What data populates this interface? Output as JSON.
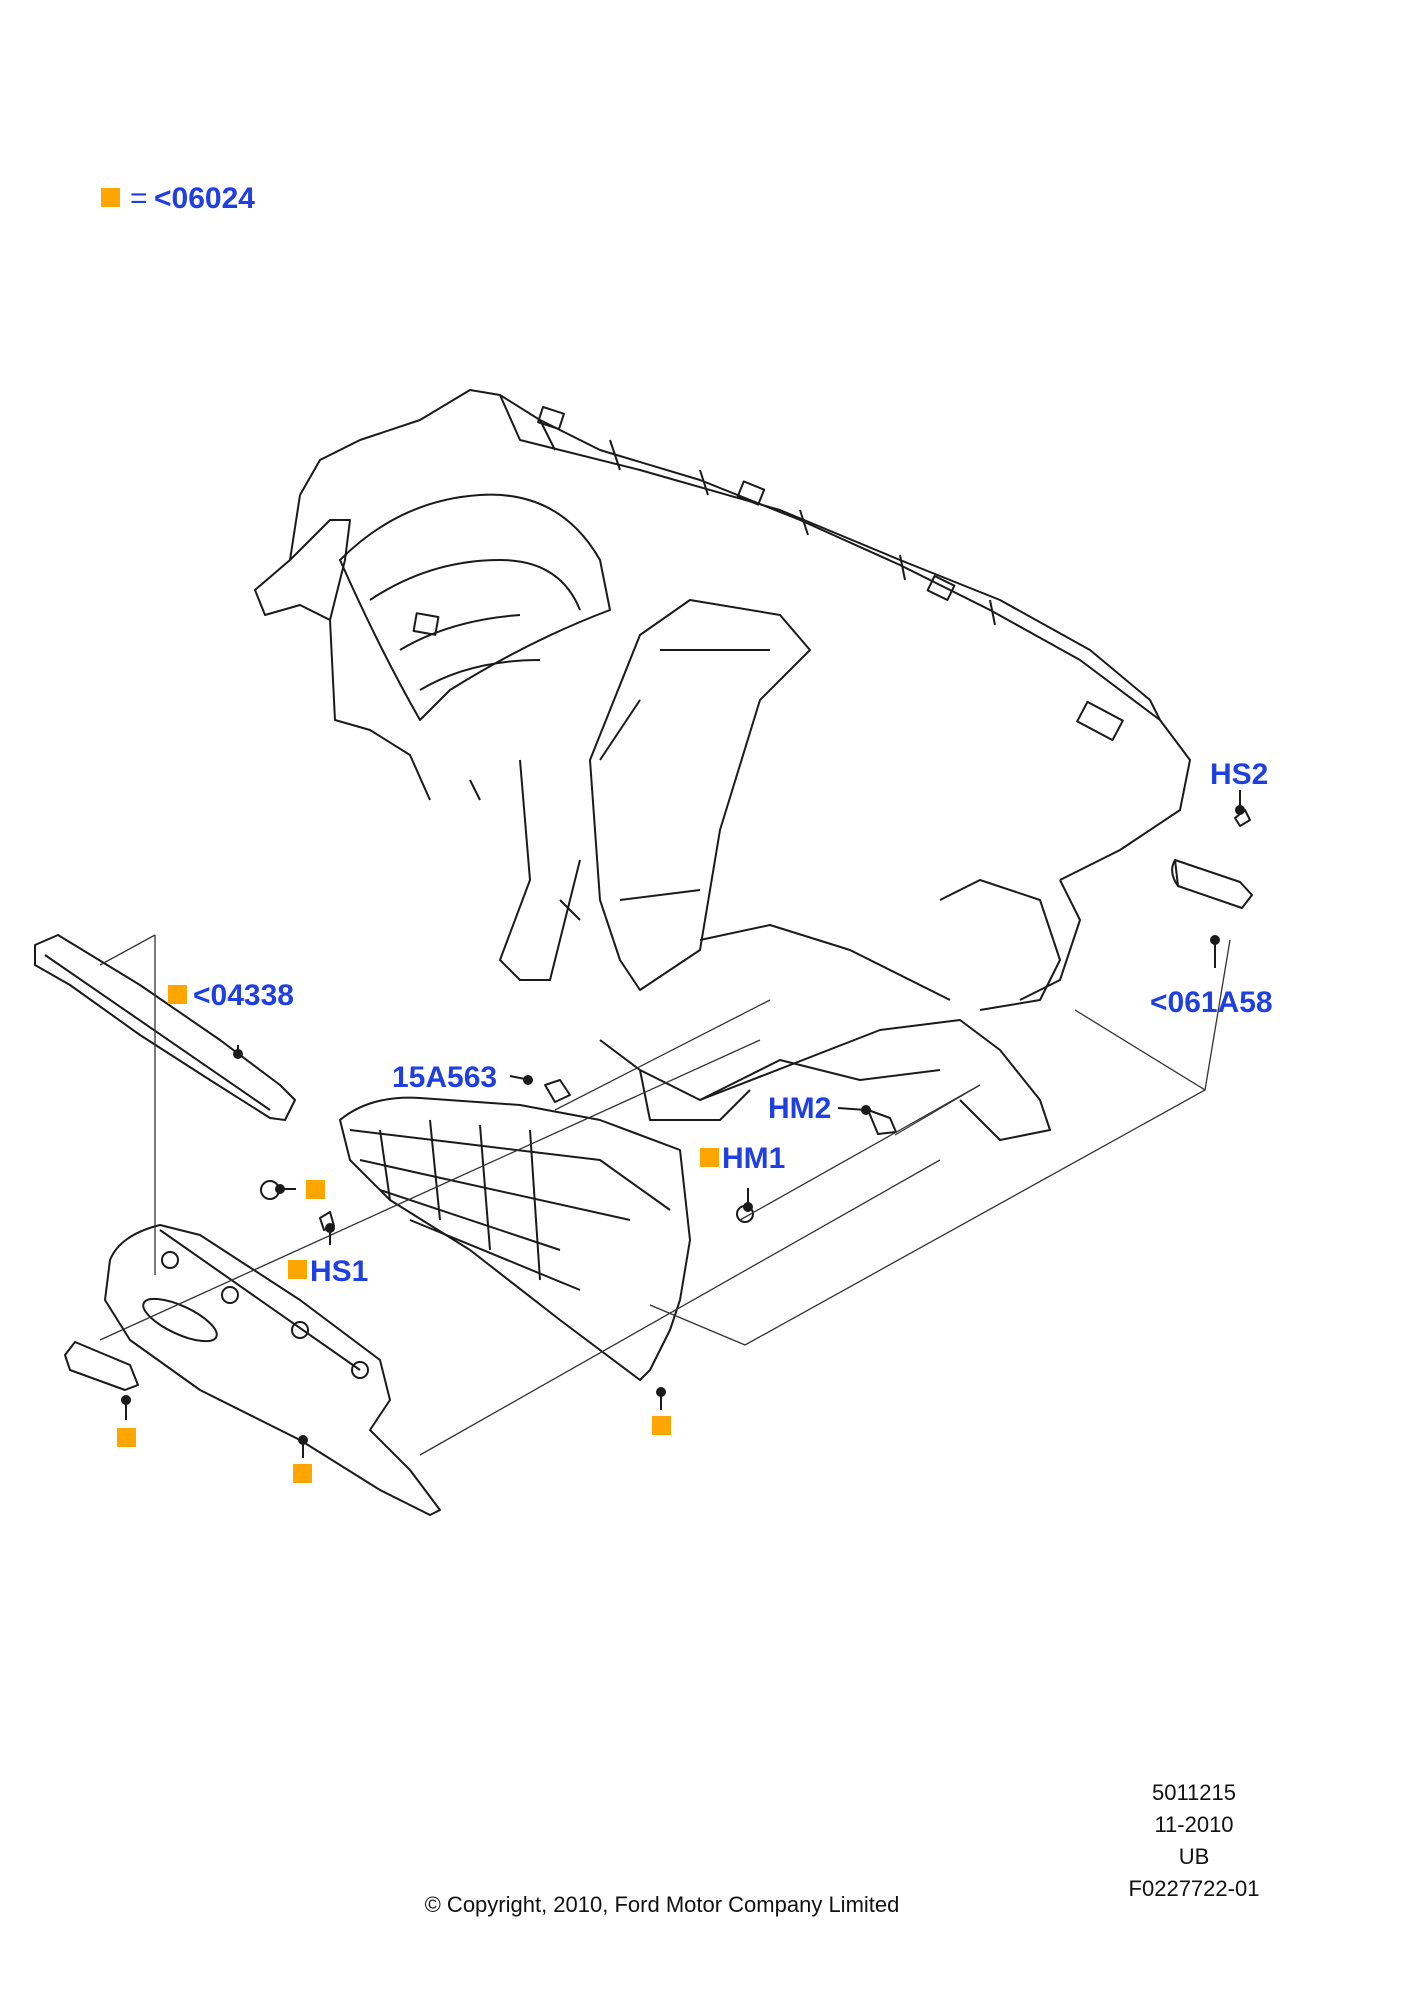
{
  "colors": {
    "callout_text": "#1f3fe0",
    "marker": "#ffa500",
    "line_art": "#1a1a1a"
  },
  "legend": {
    "equals": "=",
    "text": "<06024"
  },
  "callouts": {
    "hs2": "HS2",
    "c061a58": "<061A58",
    "c04338": "<04338",
    "c15a563": "15A563",
    "hm2": "HM2",
    "hm1": "HM1",
    "hs1": "HS1"
  },
  "info": {
    "number": "5011215",
    "date": "11-2010",
    "region": "UB",
    "figure": "F0227722-01",
    "copyright": "© Copyright, 2010, Ford Motor Company Limited"
  }
}
